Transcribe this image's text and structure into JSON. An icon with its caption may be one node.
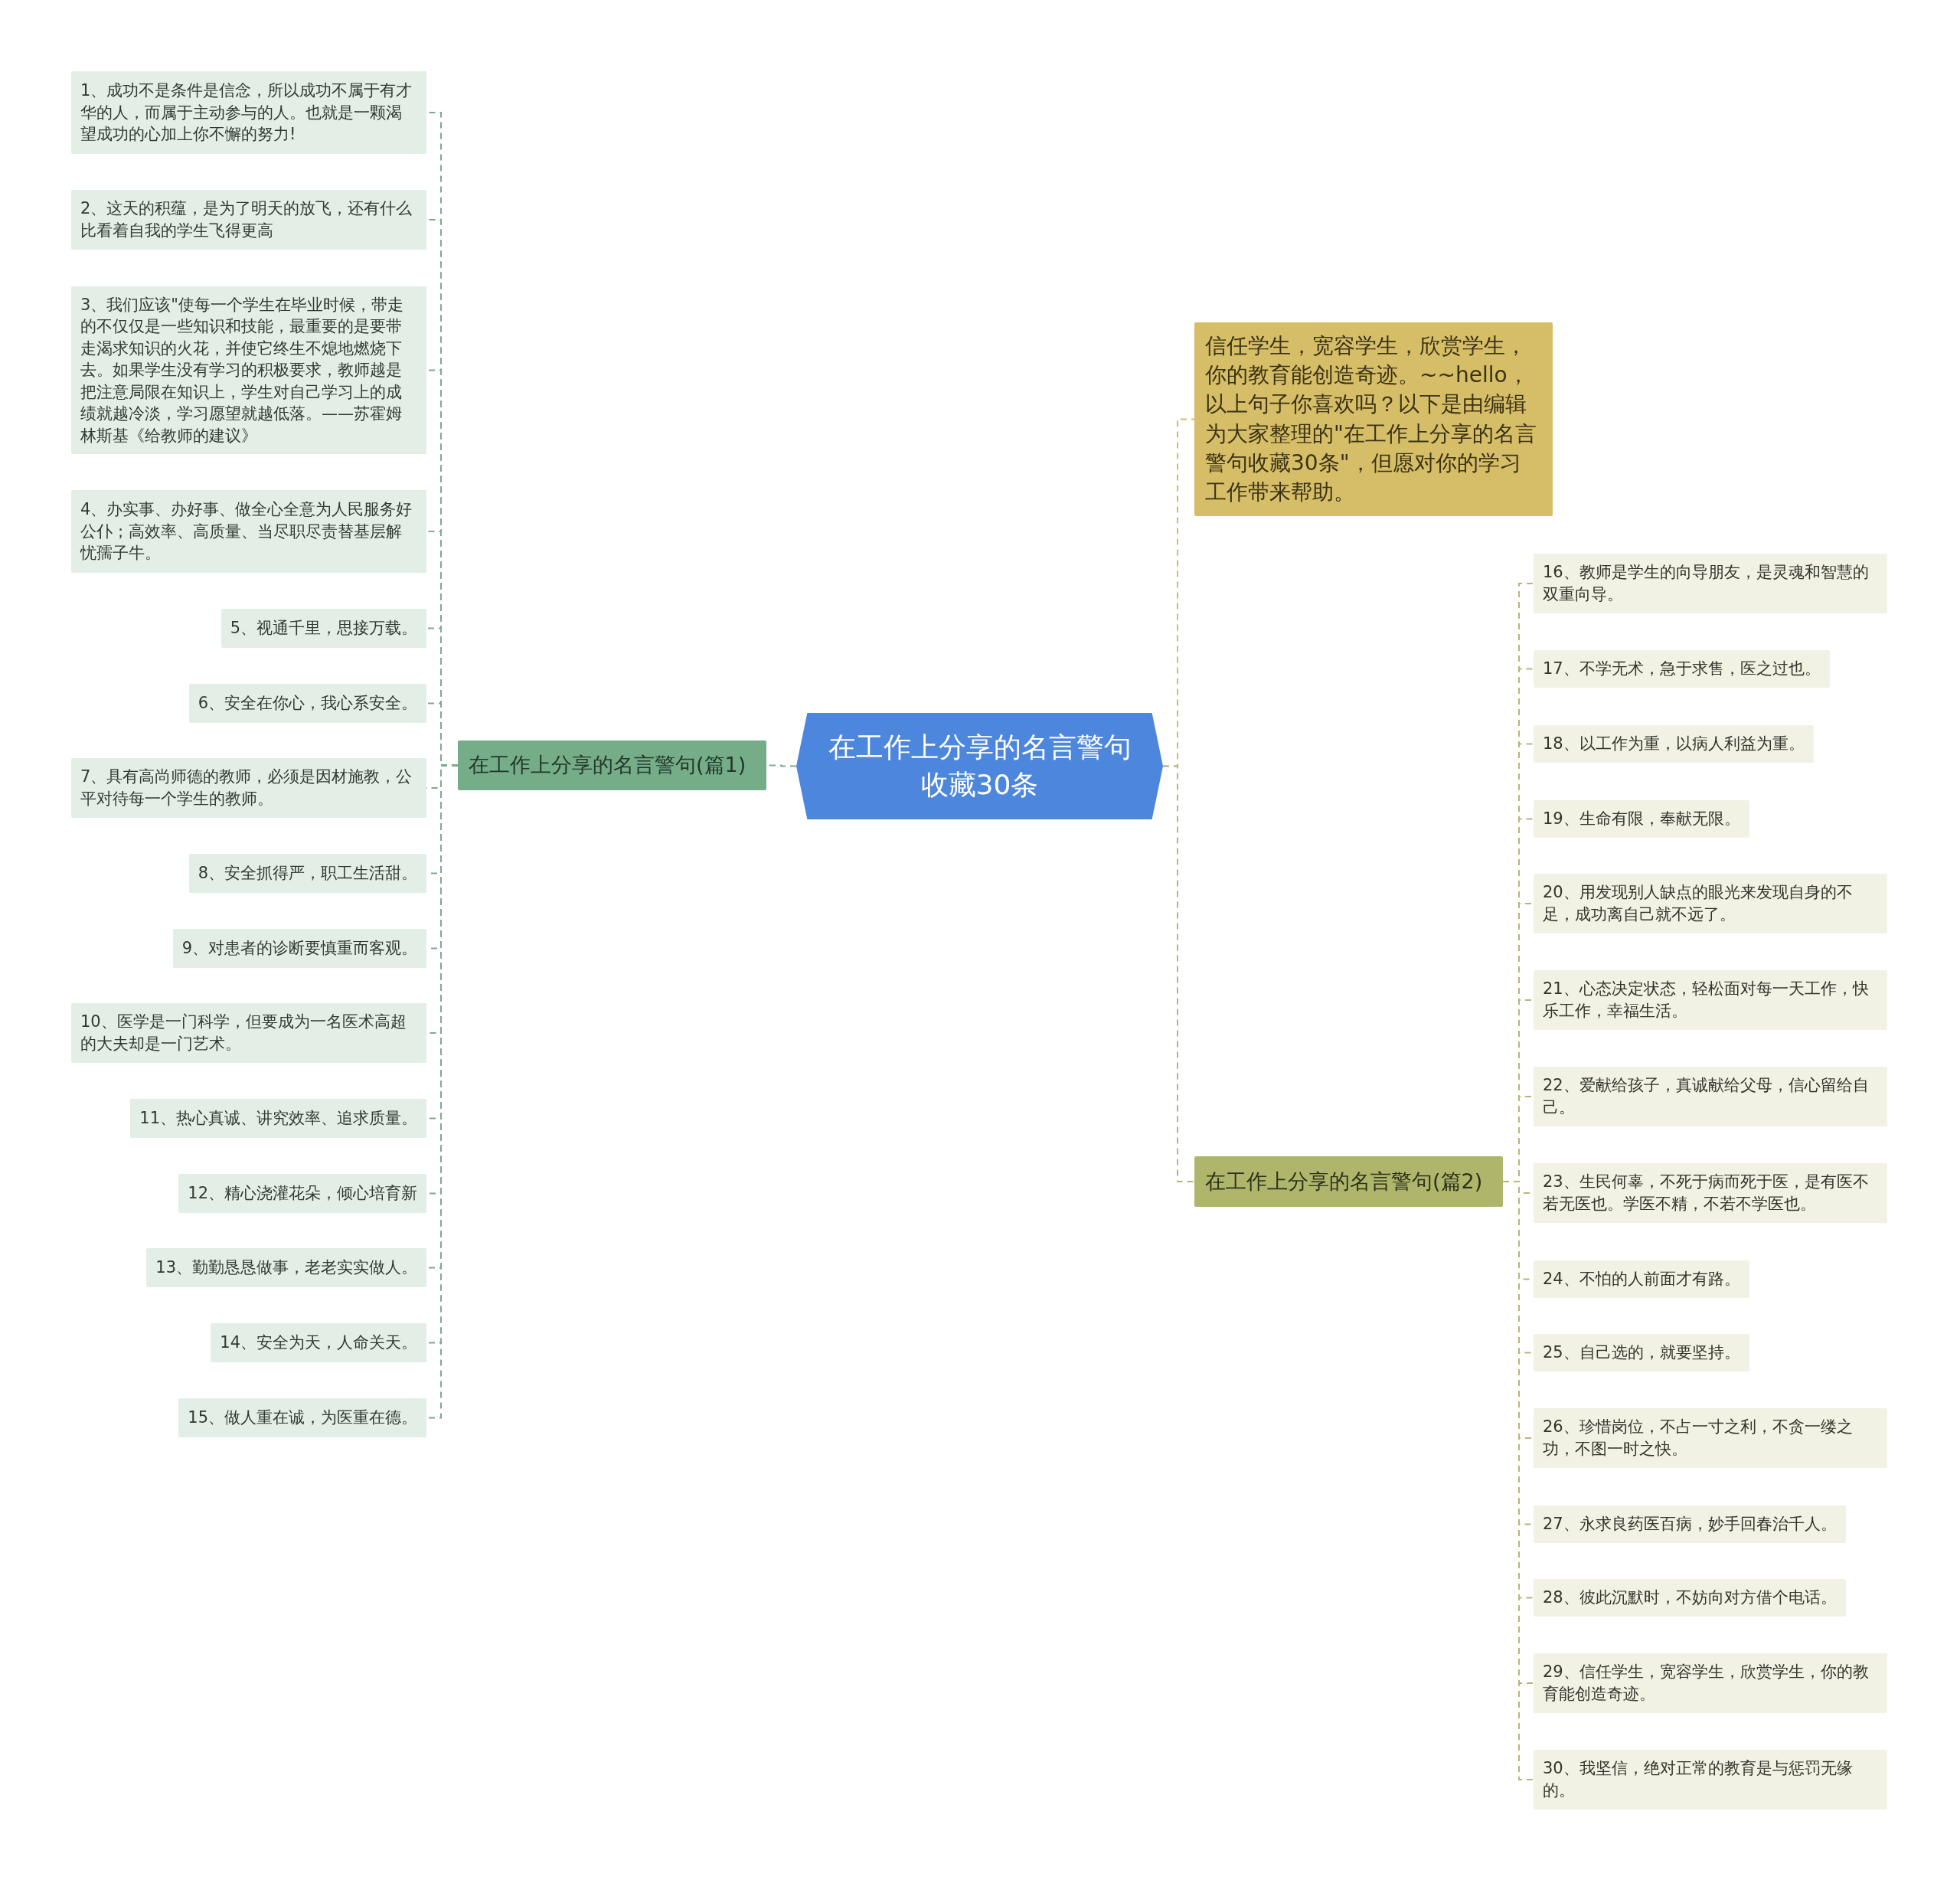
{
  "diagram": {
    "nodes": [
      {
        "text": [
          "在工作上分享的名言警句收藏30条"
        ]
      },
      {
        "text": [
          "在工作上分享的名言警句(篇1)"
        ]
      },
      {
        "text": [
          "信任学生，宽容学生，欣赏学生，你的教育能创造奇迹。~~hello，以上句子你喜欢吗？以下是由编辑为大家整理的\"在工作上分享的名言警句收藏30条\"，但愿对你的学习工作带来帮助。"
        ]
      },
      {
        "text": [
          "在工作上分享的名言警句(篇2)"
        ]
      },
      {
        "text": [
          "1、成功不是条件是信念，所以成功不属于有才华的人，而属于主动参与的人。也就是一颗渴望成功的心加上你不懈的努力!"
        ]
      },
      {
        "text": [
          "2、这天的积蕴，是为了明天的放飞，还有什么比看着自我的学生飞得更高"
        ]
      },
      {
        "text": [
          "3、我们应该\"使每一个学生在毕业时候，带走的不仅仅是一些知识和技能，最重要的是要带走渴求知识的火花，并使它终生不熄地燃烧下去。如果学生没有学习的积极要求，教师越是把注意局限在知识上，学生对自己学习上的成绩就越冷淡，学习愿望就越低落。——苏霍姆林斯基《给教师的建议》"
        ]
      },
      {
        "text": [
          "4、办实事、办好事、做全心全意为人民服务好公仆；高效率、高质量、当尽职尽责替基层解忧孺子牛。"
        ]
      },
      {
        "text": [
          "5、视通千里，思接万载。"
        ]
      },
      {
        "text": [
          "6、安全在你心，我心系安全。"
        ]
      },
      {
        "text": [
          "7、具有高尚师德的教师，必须是因材施教，公平对待每一个学生的教师。"
        ]
      },
      {
        "text": [
          "8、安全抓得严，职工生活甜。"
        ]
      },
      {
        "text": [
          "9、对患者的诊断要慎重而客观。"
        ]
      },
      {
        "text": [
          "10、医学是一门科学，但要成为一名医术高超的大夫却是一门艺术。"
        ]
      },
      {
        "text": [
          "11、热心真诚、讲究效率、追求质量。"
        ]
      },
      {
        "text": [
          "12、精心浇灌花朵，倾心培育新"
        ]
      },
      {
        "text": [
          "13、勤勤恳恳做事，老老实实做人。"
        ]
      },
      {
        "text": [
          "14、安全为天，人命关天。"
        ]
      },
      {
        "text": [
          "15、做人重在诚，为医重在德。"
        ]
      },
      {
        "text": [
          "16、教师是学生的向导朋友，是灵魂和智慧的双重向导。"
        ]
      },
      {
        "text": [
          "17、不学无术，急于求售，医之过也。"
        ]
      },
      {
        "text": [
          "18、以工作为重，以病人利益为重。"
        ]
      },
      {
        "text": [
          "19、生命有限，奉献无限。"
        ]
      },
      {
        "text": [
          "20、用发现别人缺点的眼光来发现自身的不足，成功离自己就不远了。"
        ]
      },
      {
        "text": [
          "21、心态决定状态，轻松面对每一天工作，快乐工作，幸福生活。"
        ]
      },
      {
        "text": [
          "22、爱献给孩子，真诚献给父母，信心留给自己。"
        ]
      },
      {
        "text": [
          "23、生民何辜，不死于病而死于医，是有医不若无医也。学医不精，不若不学医也。"
        ]
      },
      {
        "text": [
          "24、不怕的人前面才有路。"
        ]
      },
      {
        "text": [
          "25、自己选的，就要坚持。"
        ]
      },
      {
        "text": [
          "26、珍惜岗位，不占一寸之利，不贪一缕之功，不图一时之快。"
        ]
      },
      {
        "text": [
          "27、永求良药医百病，妙手回春治千人。"
        ]
      },
      {
        "text": [
          "28、彼此沉默时，不妨向对方借个电话。"
        ]
      },
      {
        "text": [
          "29、信任学生，宽容学生，欣赏学生，你的教育能创造奇迹。"
        ]
      },
      {
        "text": [
          "30、我坚信，绝对正常的教育是与惩罚无缘的。"
        ]
      }
    ],
    "edges": [
      {
        "from": 0,
        "to": 1,
        "arrow": "none",
        "style": "dashed",
        "color": "#7fa890"
      },
      {
        "from": 0,
        "to": 2,
        "arrow": "none",
        "style": "dashed",
        "color": "#d1bb6c"
      },
      {
        "from": 0,
        "to": 3,
        "arrow": "none",
        "style": "dashed",
        "color": "#b8b57a"
      },
      {
        "from": 1,
        "to": 4,
        "arrow": "none",
        "style": "dashed",
        "color": "#7fa890"
      },
      {
        "from": 1,
        "to": 5,
        "arrow": "none",
        "style": "dashed",
        "color": "#7fa890"
      },
      {
        "from": 1,
        "to": 6,
        "arrow": "none",
        "style": "dashed",
        "color": "#7fa890"
      },
      {
        "from": 1,
        "to": 7,
        "arrow": "none",
        "style": "dashed",
        "color": "#7fa890"
      },
      {
        "from": 1,
        "to": 8,
        "arrow": "none",
        "style": "dashed",
        "color": "#7fa890"
      },
      {
        "from": 1,
        "to": 9,
        "arrow": "none",
        "style": "dashed",
        "color": "#7fa890"
      },
      {
        "from": 1,
        "to": 10,
        "arrow": "none",
        "style": "dashed",
        "color": "#7fa890"
      },
      {
        "from": 1,
        "to": 11,
        "arrow": "none",
        "style": "dashed",
        "color": "#7fa890"
      },
      {
        "from": 1,
        "to": 12,
        "arrow": "none",
        "style": "dashed",
        "color": "#7fa890"
      },
      {
        "from": 1,
        "to": 13,
        "arrow": "none",
        "style": "dashed",
        "color": "#7fa890"
      },
      {
        "from": 1,
        "to": 14,
        "arrow": "none",
        "style": "dashed",
        "color": "#7fa890"
      },
      {
        "from": 1,
        "to": 15,
        "arrow": "none",
        "style": "dashed",
        "color": "#7fa890"
      },
      {
        "from": 1,
        "to": 16,
        "arrow": "none",
        "style": "dashed",
        "color": "#7fa890"
      },
      {
        "from": 1,
        "to": 17,
        "arrow": "none",
        "style": "dashed",
        "color": "#7fa890"
      },
      {
        "from": 1,
        "to": 18,
        "arrow": "none",
        "style": "dashed",
        "color": "#7fa890"
      },
      {
        "from": 3,
        "to": 19,
        "arrow": "none",
        "style": "dashed",
        "color": "#b8b57a"
      },
      {
        "from": 3,
        "to": 20,
        "arrow": "none",
        "style": "dashed",
        "color": "#b8b57a"
      },
      {
        "from": 3,
        "to": 21,
        "arrow": "none",
        "style": "dashed",
        "color": "#b8b57a"
      },
      {
        "from": 3,
        "to": 22,
        "arrow": "none",
        "style": "dashed",
        "color": "#b8b57a"
      },
      {
        "from": 3,
        "to": 23,
        "arrow": "none",
        "style": "dashed",
        "color": "#b8b57a"
      },
      {
        "from": 3,
        "to": 24,
        "arrow": "none",
        "style": "dashed",
        "color": "#b8b57a"
      },
      {
        "from": 3,
        "to": 25,
        "arrow": "none",
        "style": "dashed",
        "color": "#b8b57a"
      },
      {
        "from": 3,
        "to": 26,
        "arrow": "none",
        "style": "dashed",
        "color": "#b8b57a"
      },
      {
        "from": 3,
        "to": 27,
        "arrow": "none",
        "style": "dashed",
        "color": "#b8b57a"
      },
      {
        "from": 3,
        "to": 28,
        "arrow": "none",
        "style": "dashed",
        "color": "#b8b57a"
      },
      {
        "from": 3,
        "to": 29,
        "arrow": "none",
        "style": "dashed",
        "color": "#b8b57a"
      },
      {
        "from": 3,
        "to": 30,
        "arrow": "none",
        "style": "dashed",
        "color": "#b8b57a"
      },
      {
        "from": 3,
        "to": 31,
        "arrow": "none",
        "style": "dashed",
        "color": "#b8b57a"
      },
      {
        "from": 3,
        "to": 32,
        "arrow": "none",
        "style": "dashed",
        "color": "#b8b57a"
      },
      {
        "from": 3,
        "to": 33,
        "arrow": "none",
        "style": "dashed",
        "color": "#b8b57a"
      }
    ]
  }
}
